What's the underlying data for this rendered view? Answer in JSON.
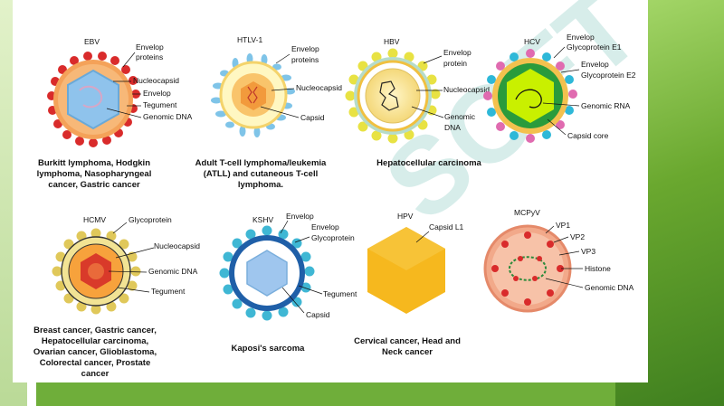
{
  "watermark": "SOFT",
  "colors": {
    "background": "#6fae3a",
    "panel": "#ffffff"
  },
  "viruses": [
    {
      "title": "EBV",
      "labels": [
        "Envelop",
        "proteins",
        "Nucleocapsid",
        "Envelop",
        "Tegument",
        "Genomic DNA"
      ],
      "caption": [
        "Burkitt lymphoma, Hodgkin",
        "lymphoma, Nasopharyngeal",
        "cancer, Gastric cancer"
      ]
    },
    {
      "title": "HTLV-1",
      "labels": [
        "Envelop",
        "proteins",
        "Nucleocapsid",
        "Capsid"
      ],
      "caption": [
        "Adult T-cell lymphoma/leukemia",
        "(ATLL) and cutaneous T-cell",
        "lymphoma."
      ]
    },
    {
      "title": "HBV",
      "labels": [
        "Envelop",
        "protein",
        "Nucleocapsid",
        "Genomic",
        "DNA"
      ],
      "caption": [
        "Hepatocellular carcinoma"
      ]
    },
    {
      "title": "HCV",
      "labels": [
        "Envelop",
        "Glycoprotein E1",
        "Envelop",
        "Glycoprotein E2",
        "Genomic RNA",
        "Capsid core"
      ],
      "caption": []
    },
    {
      "title": "HCMV",
      "labels": [
        "Glycoprotein",
        "Nucleocapsid",
        "Genomic DNA",
        "Tegument"
      ],
      "caption": [
        "Breast cancer, Gastric cancer,",
        "Hepatocellular carcinoma,",
        "Ovarian cancer, Glioblastoma,",
        "Colorectal cancer, Prostate",
        "cancer"
      ]
    },
    {
      "title": "KSHV",
      "labels": [
        "Envelop",
        "Envelop",
        "Glycoprotein",
        "Tegument",
        "Capsid"
      ],
      "caption": [
        "Kaposi's sarcoma"
      ]
    },
    {
      "title": "HPV",
      "labels": [
        "Capsid L1"
      ],
      "caption": [
        "Cervical cancer, Head and",
        "Neck cancer"
      ]
    },
    {
      "title": "MCPyV",
      "labels": [
        "VP1",
        "VP2",
        "VP3",
        "Histone",
        "Genomic DNA"
      ],
      "caption": []
    }
  ]
}
